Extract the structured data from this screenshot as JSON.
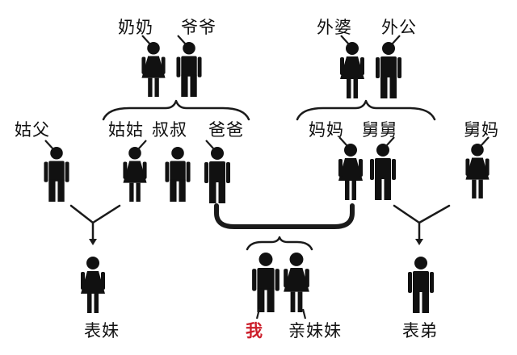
{
  "colors": {
    "figure": "#111111",
    "line": "#1a1a1a",
    "highlight": "#cc1f2b",
    "background": "#ffffff"
  },
  "icons": {
    "male": "man-icon",
    "female": "woman-icon"
  },
  "people": {
    "paternal_grandmother": {
      "label": "奶奶",
      "sex": "female"
    },
    "paternal_grandfather": {
      "label": "爷爷",
      "sex": "male"
    },
    "maternal_grandmother": {
      "label": "外婆",
      "sex": "female"
    },
    "maternal_grandfather": {
      "label": "外公",
      "sex": "male"
    },
    "aunt_husband": {
      "label": "姑父",
      "sex": "male"
    },
    "aunt": {
      "label": "姑姑",
      "sex": "female"
    },
    "uncle_paternal": {
      "label": "叔叔",
      "sex": "male"
    },
    "father": {
      "label": "爸爸",
      "sex": "male"
    },
    "mother": {
      "label": "妈妈",
      "sex": "female"
    },
    "uncle_maternal": {
      "label": "舅舅",
      "sex": "male"
    },
    "uncle_wife": {
      "label": "舅妈",
      "sex": "female"
    },
    "cousin_female": {
      "label": "表妹",
      "sex": "female"
    },
    "me": {
      "label": "我",
      "sex": "male",
      "highlight": true
    },
    "sister": {
      "label": "亲妹妹",
      "sex": "female"
    },
    "cousin_male": {
      "label": "表弟",
      "sex": "male"
    }
  }
}
